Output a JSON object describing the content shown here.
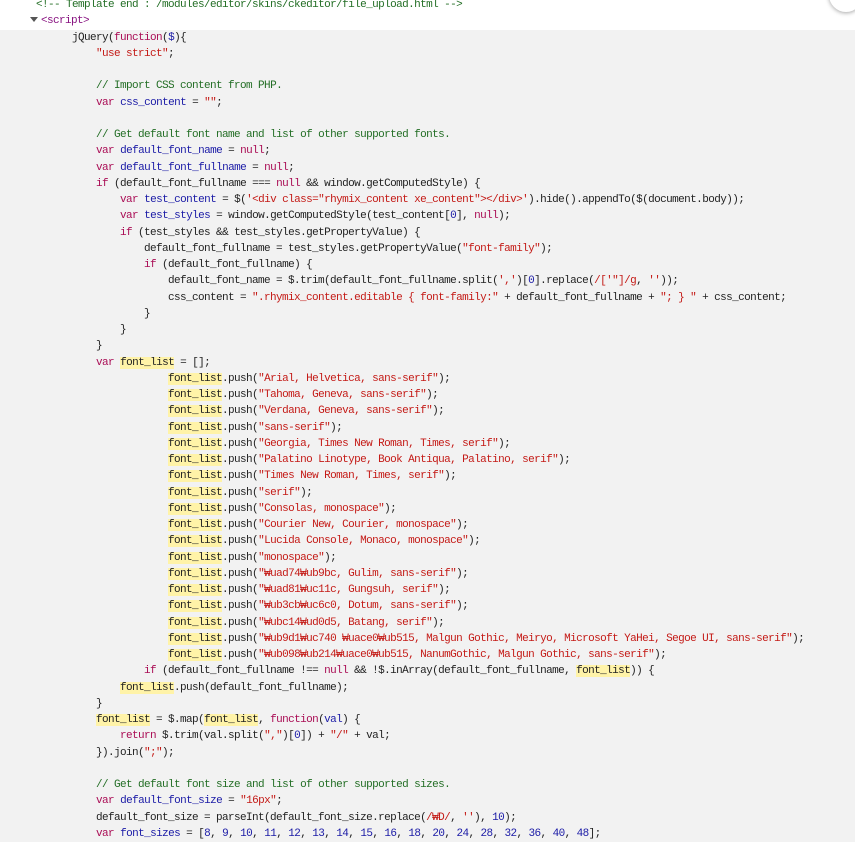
{
  "header_lines": {
    "comment": "<!-- Template end : /modules/editor/skins/ckeditor/file_upload.html -->",
    "script_tag": "<script>"
  },
  "code_lines": [
    [
      "            jQuery(",
      [
        "k",
        "function"
      ],
      "(",
      [
        "v",
        "$"
      ],
      "){"
    ],
    [
      "                ",
      [
        "s",
        "\"use strict\""
      ],
      ";"
    ],
    [
      ""
    ],
    [
      "                ",
      [
        "c",
        "// Import CSS content from PHP."
      ]
    ],
    [
      "                ",
      [
        "k",
        "var"
      ],
      " ",
      [
        "v",
        "css_content"
      ],
      " = ",
      [
        "s",
        "\"\""
      ],
      ";"
    ],
    [
      ""
    ],
    [
      "                ",
      [
        "c",
        "// Get default font name and list of other supported fonts."
      ]
    ],
    [
      "                ",
      [
        "k",
        "var"
      ],
      " ",
      [
        "v",
        "default_font_name"
      ],
      " = ",
      [
        "k",
        "null"
      ],
      ";"
    ],
    [
      "                ",
      [
        "k",
        "var"
      ],
      " ",
      [
        "v",
        "default_font_fullname"
      ],
      " = ",
      [
        "k",
        "null"
      ],
      ";"
    ],
    [
      "                ",
      [
        "k",
        "if"
      ],
      " (default_font_fullname === ",
      [
        "k",
        "null"
      ],
      " && window.getComputedStyle) {"
    ],
    [
      "                    ",
      [
        "k",
        "var"
      ],
      " ",
      [
        "v",
        "test_content"
      ],
      " = $(",
      [
        "s",
        "'<div class=\"rhymix_content xe_content\"></div>'"
      ],
      ").hide().appendTo($(document.body));"
    ],
    [
      "                    ",
      [
        "k",
        "var"
      ],
      " ",
      [
        "v",
        "test_styles"
      ],
      " = window.getComputedStyle(test_content[",
      [
        "n",
        "0"
      ],
      "], ",
      [
        "k",
        "null"
      ],
      ");"
    ],
    [
      "                    ",
      [
        "k",
        "if"
      ],
      " (test_styles && test_styles.getPropertyValue) {"
    ],
    [
      "                        default_font_fullname = test_styles.getPropertyValue(",
      [
        "s",
        "\"font-family\""
      ],
      ");"
    ],
    [
      "                        ",
      [
        "k",
        "if"
      ],
      " (default_font_fullname) {"
    ],
    [
      "                            default_font_name = $.trim(default_font_fullname.split(",
      [
        "s",
        "','"
      ],
      ")[",
      [
        "n",
        "0"
      ],
      "].replace(",
      [
        "s",
        "/['\"]/g"
      ],
      ", ",
      [
        "s",
        "''"
      ],
      "));"
    ],
    [
      "                            css_content = ",
      [
        "s",
        "\".rhymix_content.editable { font-family:\""
      ],
      " + default_font_fullname + ",
      [
        "s",
        "\"; } \""
      ],
      " + css_content;"
    ],
    [
      "                        }"
    ],
    [
      "                    }"
    ],
    [
      "                }"
    ],
    [
      "                ",
      [
        "k",
        "var"
      ],
      " ",
      [
        "h",
        "font_list"
      ],
      " = [];"
    ],
    [
      "                            ",
      [
        "h",
        "font_list"
      ],
      ".push(",
      [
        "s",
        "\"Arial, Helvetica, sans-serif\""
      ],
      ");"
    ],
    [
      "                            ",
      [
        "h",
        "font_list"
      ],
      ".push(",
      [
        "s",
        "\"Tahoma, Geneva, sans-serif\""
      ],
      ");"
    ],
    [
      "                            ",
      [
        "h",
        "font_list"
      ],
      ".push(",
      [
        "s",
        "\"Verdana, Geneva, sans-serif\""
      ],
      ");"
    ],
    [
      "                            ",
      [
        "h",
        "font_list"
      ],
      ".push(",
      [
        "s",
        "\"sans-serif\""
      ],
      ");"
    ],
    [
      "                            ",
      [
        "h",
        "font_list"
      ],
      ".push(",
      [
        "s",
        "\"Georgia, Times New Roman, Times, serif\""
      ],
      ");"
    ],
    [
      "                            ",
      [
        "h",
        "font_list"
      ],
      ".push(",
      [
        "s",
        "\"Palatino Linotype, Book Antiqua, Palatino, serif\""
      ],
      ");"
    ],
    [
      "                            ",
      [
        "h",
        "font_list"
      ],
      ".push(",
      [
        "s",
        "\"Times New Roman, Times, serif\""
      ],
      ");"
    ],
    [
      "                            ",
      [
        "h",
        "font_list"
      ],
      ".push(",
      [
        "s",
        "\"serif\""
      ],
      ");"
    ],
    [
      "                            ",
      [
        "h",
        "font_list"
      ],
      ".push(",
      [
        "s",
        "\"Consolas, monospace\""
      ],
      ");"
    ],
    [
      "                            ",
      [
        "h",
        "font_list"
      ],
      ".push(",
      [
        "s",
        "\"Courier New, Courier, monospace\""
      ],
      ");"
    ],
    [
      "                            ",
      [
        "h",
        "font_list"
      ],
      ".push(",
      [
        "s",
        "\"Lucida Console, Monaco, monospace\""
      ],
      ");"
    ],
    [
      "                            ",
      [
        "h",
        "font_list"
      ],
      ".push(",
      [
        "s",
        "\"monospace\""
      ],
      ");"
    ],
    [
      "                            ",
      [
        "h",
        "font_list"
      ],
      ".push(",
      [
        "s",
        "\"₩uad74₩ub9bc, Gulim, sans-serif\""
      ],
      ");"
    ],
    [
      "                            ",
      [
        "h",
        "font_list"
      ],
      ".push(",
      [
        "s",
        "\"₩uad81₩uc11c, Gungsuh, serif\""
      ],
      ");"
    ],
    [
      "                            ",
      [
        "h",
        "font_list"
      ],
      ".push(",
      [
        "s",
        "\"₩ub3cb₩uc6c0, Dotum, sans-serif\""
      ],
      ");"
    ],
    [
      "                            ",
      [
        "h",
        "font_list"
      ],
      ".push(",
      [
        "s",
        "\"₩ubc14₩ud0d5, Batang, serif\""
      ],
      ");"
    ],
    [
      "                            ",
      [
        "h",
        "font_list"
      ],
      ".push(",
      [
        "s",
        "\"₩ub9d1₩uc740 ₩uace0₩ub515, Malgun Gothic, Meiryo, Microsoft YaHei, Segoe UI, sans-serif\""
      ],
      ");"
    ],
    [
      "                            ",
      [
        "h",
        "font_list"
      ],
      ".push(",
      [
        "s",
        "\"₩ub098₩ub214₩uace0₩ub515, NanumGothic, Malgun Gothic, sans-serif\""
      ],
      ");"
    ],
    [
      "                        ",
      [
        "k",
        "if"
      ],
      " (default_font_fullname !== ",
      [
        "k",
        "null"
      ],
      " && !$.inArray(default_font_fullname, ",
      [
        "h",
        "font_list"
      ],
      ")) {"
    ],
    [
      "                    ",
      [
        "h",
        "font_list"
      ],
      ".push(default_font_fullname);"
    ],
    [
      "                }"
    ],
    [
      "                ",
      [
        "h",
        "font_list"
      ],
      " = $.map(",
      [
        "h",
        "font_list"
      ],
      ", ",
      [
        "k",
        "function"
      ],
      "(",
      [
        "v",
        "val"
      ],
      ") {"
    ],
    [
      "                    ",
      [
        "k",
        "return"
      ],
      " $.trim(val.split(",
      [
        "s",
        "\",\""
      ],
      ")[",
      [
        "n",
        "0"
      ],
      "]) + ",
      [
        "s",
        "\"/\""
      ],
      " + val;"
    ],
    [
      "                }).join(",
      [
        "s",
        "\";\""
      ],
      ");"
    ],
    [
      ""
    ],
    [
      "                ",
      [
        "c",
        "// Get default font size and list of other supported sizes."
      ]
    ],
    [
      "                ",
      [
        "k",
        "var"
      ],
      " ",
      [
        "v",
        "default_font_size"
      ],
      " = ",
      [
        "s",
        "\"16px\""
      ],
      ";"
    ],
    [
      "                default_font_size = parseInt(default_font_size.replace(",
      [
        "s",
        "/₩D/"
      ],
      ", ",
      [
        "s",
        "''"
      ],
      "), ",
      [
        "n",
        "10"
      ],
      ");"
    ],
    [
      "                ",
      [
        "k",
        "var"
      ],
      " ",
      [
        "v",
        "font_sizes"
      ],
      " = [",
      [
        "n",
        "8"
      ],
      ", ",
      [
        "n",
        "9"
      ],
      ", ",
      [
        "n",
        "10"
      ],
      ", ",
      [
        "n",
        "11"
      ],
      ", ",
      [
        "n",
        "12"
      ],
      ", ",
      [
        "n",
        "13"
      ],
      ", ",
      [
        "n",
        "14"
      ],
      ", ",
      [
        "n",
        "15"
      ],
      ", ",
      [
        "n",
        "16"
      ],
      ", ",
      [
        "n",
        "18"
      ],
      ", ",
      [
        "n",
        "20"
      ],
      ", ",
      [
        "n",
        "24"
      ],
      ", ",
      [
        "n",
        "28"
      ],
      ", ",
      [
        "n",
        "32"
      ],
      ", ",
      [
        "n",
        "36"
      ],
      ", ",
      [
        "n",
        "40"
      ],
      ", ",
      [
        "n",
        "48"
      ],
      "];"
    ]
  ]
}
